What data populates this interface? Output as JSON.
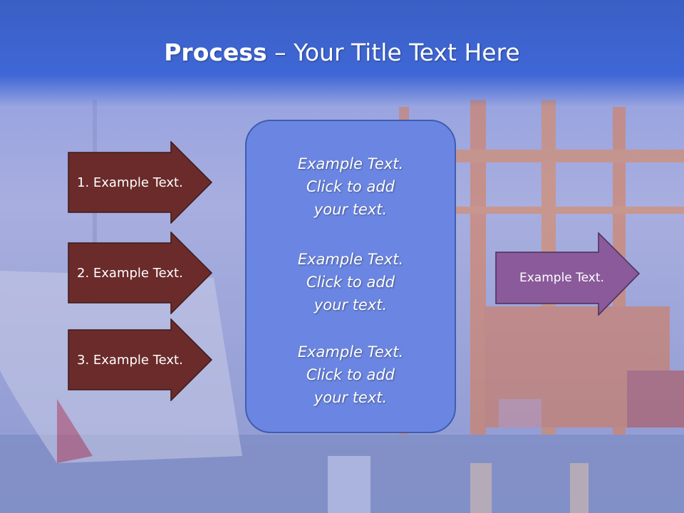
{
  "slide": {
    "title_bold": "Process",
    "title_rest": " – Your Title Text Here"
  },
  "left_arrows": [
    {
      "label": "1. Example Text."
    },
    {
      "label": "2. Example Text."
    },
    {
      "label": "3. Example Text."
    }
  ],
  "center_box": {
    "items": [
      {
        "line1": "Example Text.",
        "line2": "Click  to add",
        "line3": "your text."
      },
      {
        "line1": "Example Text.",
        "line2": "Click  to add",
        "line3": "your text."
      },
      {
        "line1": "Example Text.",
        "line2": "Click  to add",
        "line3": "your text."
      }
    ]
  },
  "right_arrow": {
    "label": "Example Text."
  },
  "colors": {
    "title_band": "#3f67d6",
    "left_arrow_fill": "#6b2b2b",
    "center_box_fill": "#6b86e2",
    "right_arrow_fill": "#8a5a9a"
  }
}
